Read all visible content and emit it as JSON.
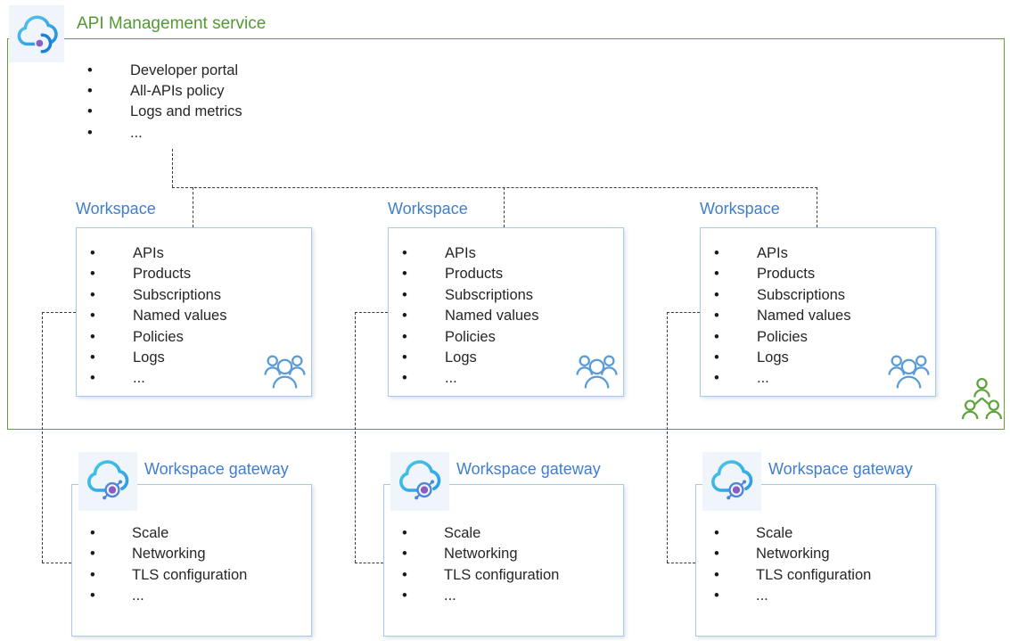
{
  "service": {
    "title": "API Management service",
    "features": [
      "Developer portal",
      "All-APIs policy",
      "Logs and metrics",
      "..."
    ]
  },
  "workspaces": [
    {
      "title": "Workspace",
      "features": [
        "APIs",
        "Products",
        "Subscriptions",
        "Named values",
        "Policies",
        "Logs",
        "..."
      ]
    },
    {
      "title": "Workspace",
      "features": [
        "APIs",
        "Products",
        "Subscriptions",
        "Named values",
        "Policies",
        "Logs",
        "..."
      ]
    },
    {
      "title": "Workspace",
      "features": [
        "APIs",
        "Products",
        "Subscriptions",
        "Named values",
        "Policies",
        "Logs",
        "..."
      ]
    }
  ],
  "gateways": [
    {
      "title": "Workspace gateway",
      "features": [
        "Scale",
        "Networking",
        "TLS configuration",
        "..."
      ]
    },
    {
      "title": "Workspace gateway",
      "features": [
        "Scale",
        "Networking",
        "TLS configuration",
        "..."
      ]
    },
    {
      "title": "Workspace gateway",
      "features": [
        "Scale",
        "Networking",
        "TLS configuration",
        "..."
      ]
    }
  ],
  "icons": {
    "service": "api-management-cloud",
    "gateway": "workspace-gateway-cloud",
    "workspace_members": "team-users",
    "service_members": "org-users"
  },
  "colors": {
    "service_green": "#539A32",
    "title_blue": "#3F7ECC",
    "box_border_blue": "#A6C9EC",
    "connector_gray": "#3A3A3A",
    "team_icon_blue": "#5B9BD5",
    "org_icon_green": "#5FA33C",
    "icon_purple": "#8A5EC0",
    "icon_cloud_blue": "#2E9BE0"
  }
}
